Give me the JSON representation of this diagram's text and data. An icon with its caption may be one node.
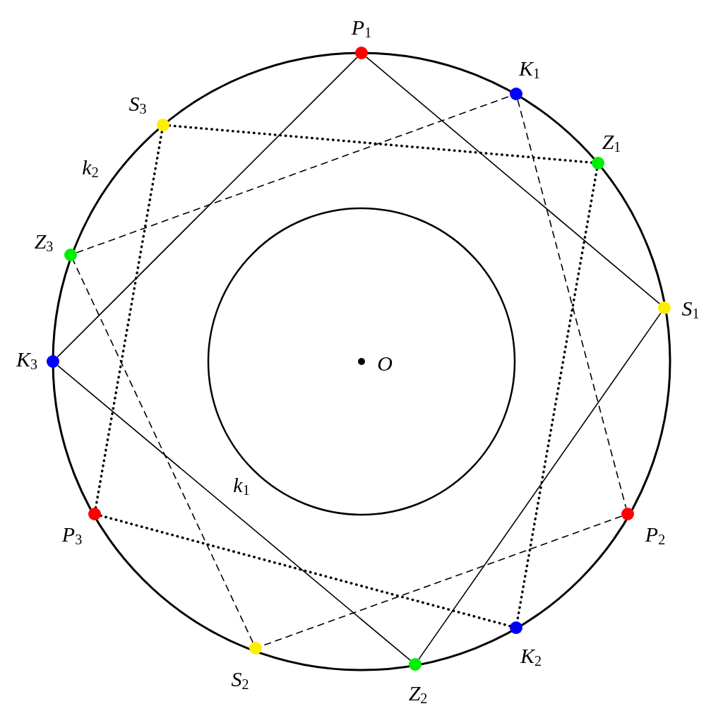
{
  "diagram": {
    "nodes": [
      {
        "text": [
          "*P*$_{1}$"
        ]
      },
      {
        "text": [
          "*K*$_{1}$"
        ]
      },
      {
        "text": [
          "*Z*$_{1}$"
        ]
      },
      {
        "text": [
          "*S*$_{1}$"
        ]
      },
      {
        "text": [
          "*P*$_{2}$"
        ]
      },
      {
        "text": [
          "*K*$_{2}$"
        ]
      },
      {
        "text": [
          "*Z*$_{2}$"
        ]
      },
      {
        "text": [
          "*S*$_{2}$"
        ]
      },
      {
        "text": [
          "*P*$_{3}$"
        ]
      },
      {
        "text": [
          "*K*$_{3}$"
        ]
      },
      {
        "text": [
          "*Z*$_{3}$"
        ]
      },
      {
        "text": [
          "*S*$_{3}$"
        ]
      }
    ],
    "edges": [
      {
        "from": 0,
        "to": 3,
        "arrow": "none"
      },
      {
        "from": 3,
        "to": 6,
        "arrow": "none"
      },
      {
        "from": 6,
        "to": 9,
        "arrow": "none"
      },
      {
        "from": 9,
        "to": 0,
        "arrow": "none"
      },
      {
        "from": 1,
        "to": 4,
        "arrow": "none",
        "style": "dashed"
      },
      {
        "from": 4,
        "to": 7,
        "arrow": "none",
        "style": "dashed"
      },
      {
        "from": 7,
        "to": 10,
        "arrow": "none",
        "style": "dashed"
      },
      {
        "from": 10,
        "to": 1,
        "arrow": "none",
        "style": "dashed"
      },
      {
        "from": 2,
        "to": 5,
        "arrow": "none",
        "style": "dashed"
      },
      {
        "from": 5,
        "to": 8,
        "arrow": "none",
        "style": "dashed"
      },
      {
        "from": 8,
        "to": 11,
        "arrow": "none",
        "style": "dashed"
      },
      {
        "from": 11,
        "to": 2,
        "arrow": "none",
        "style": "dashed"
      }
    ],
    "labels": [
      "*k*$_{2}$",
      "*O*",
      "*k*$_{1}$"
    ]
  }
}
